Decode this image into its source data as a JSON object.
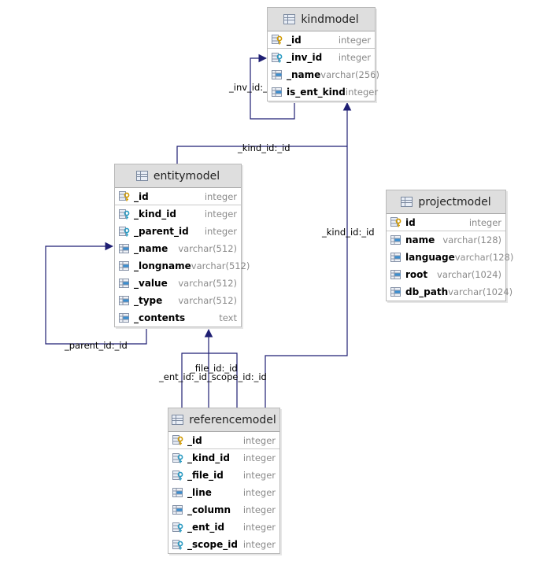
{
  "colors": {
    "wire": "#1f1f73",
    "header_bg": "#dedede",
    "type_text": "#8a8a8a"
  },
  "tables": {
    "kindmodel": {
      "title": "kindmodel",
      "rows": [
        {
          "name": "_id",
          "type": "integer",
          "icon": "primary-key-icon"
        },
        {
          "name": "_inv_id",
          "type": "integer",
          "icon": "foreign-key-icon"
        },
        {
          "name": "_name",
          "type": "varchar(256)",
          "icon": "column-icon"
        },
        {
          "name": "is_ent_kind",
          "type": "integer",
          "icon": "column-icon"
        }
      ]
    },
    "entitymodel": {
      "title": "entitymodel",
      "rows": [
        {
          "name": "_id",
          "type": "integer",
          "icon": "primary-key-icon"
        },
        {
          "name": "_kind_id",
          "type": "integer",
          "icon": "foreign-key-icon"
        },
        {
          "name": "_parent_id",
          "type": "integer",
          "icon": "foreign-key-icon"
        },
        {
          "name": "_name",
          "type": "varchar(512)",
          "icon": "column-icon"
        },
        {
          "name": "_longname",
          "type": "varchar(512)",
          "icon": "column-icon"
        },
        {
          "name": "_value",
          "type": "varchar(512)",
          "icon": "column-icon"
        },
        {
          "name": "_type",
          "type": "varchar(512)",
          "icon": "column-icon"
        },
        {
          "name": "_contents",
          "type": "text",
          "icon": "column-icon"
        }
      ]
    },
    "projectmodel": {
      "title": "projectmodel",
      "rows": [
        {
          "name": "id",
          "type": "integer",
          "icon": "primary-key-icon"
        },
        {
          "name": "name",
          "type": "varchar(128)",
          "icon": "column-icon"
        },
        {
          "name": "language",
          "type": "varchar(128)",
          "icon": "column-icon"
        },
        {
          "name": "root",
          "type": "varchar(1024)",
          "icon": "column-icon"
        },
        {
          "name": "db_path",
          "type": "varchar(1024)",
          "icon": "column-icon"
        }
      ]
    },
    "referencemodel": {
      "title": "referencemodel",
      "rows": [
        {
          "name": "_id",
          "type": "integer",
          "icon": "primary-key-icon"
        },
        {
          "name": "_kind_id",
          "type": "integer",
          "icon": "foreign-key-icon"
        },
        {
          "name": "_file_id",
          "type": "integer",
          "icon": "foreign-key-icon"
        },
        {
          "name": "_line",
          "type": "integer",
          "icon": "column-icon"
        },
        {
          "name": "_column",
          "type": "integer",
          "icon": "column-icon"
        },
        {
          "name": "_ent_id",
          "type": "integer",
          "icon": "foreign-key-icon"
        },
        {
          "name": "_scope_id",
          "type": "integer",
          "icon": "foreign-key-icon"
        }
      ]
    }
  },
  "relations": {
    "inv_id": "_inv_id:_",
    "kind_id_entity": "_kind_id:_id",
    "kind_id_reference": "_kind_id:_id",
    "parent_id": "_parent_id:_id",
    "file_id": "_file_id:_id",
    "ent_scope": "_ent_id:_id_scope_id:_id"
  }
}
